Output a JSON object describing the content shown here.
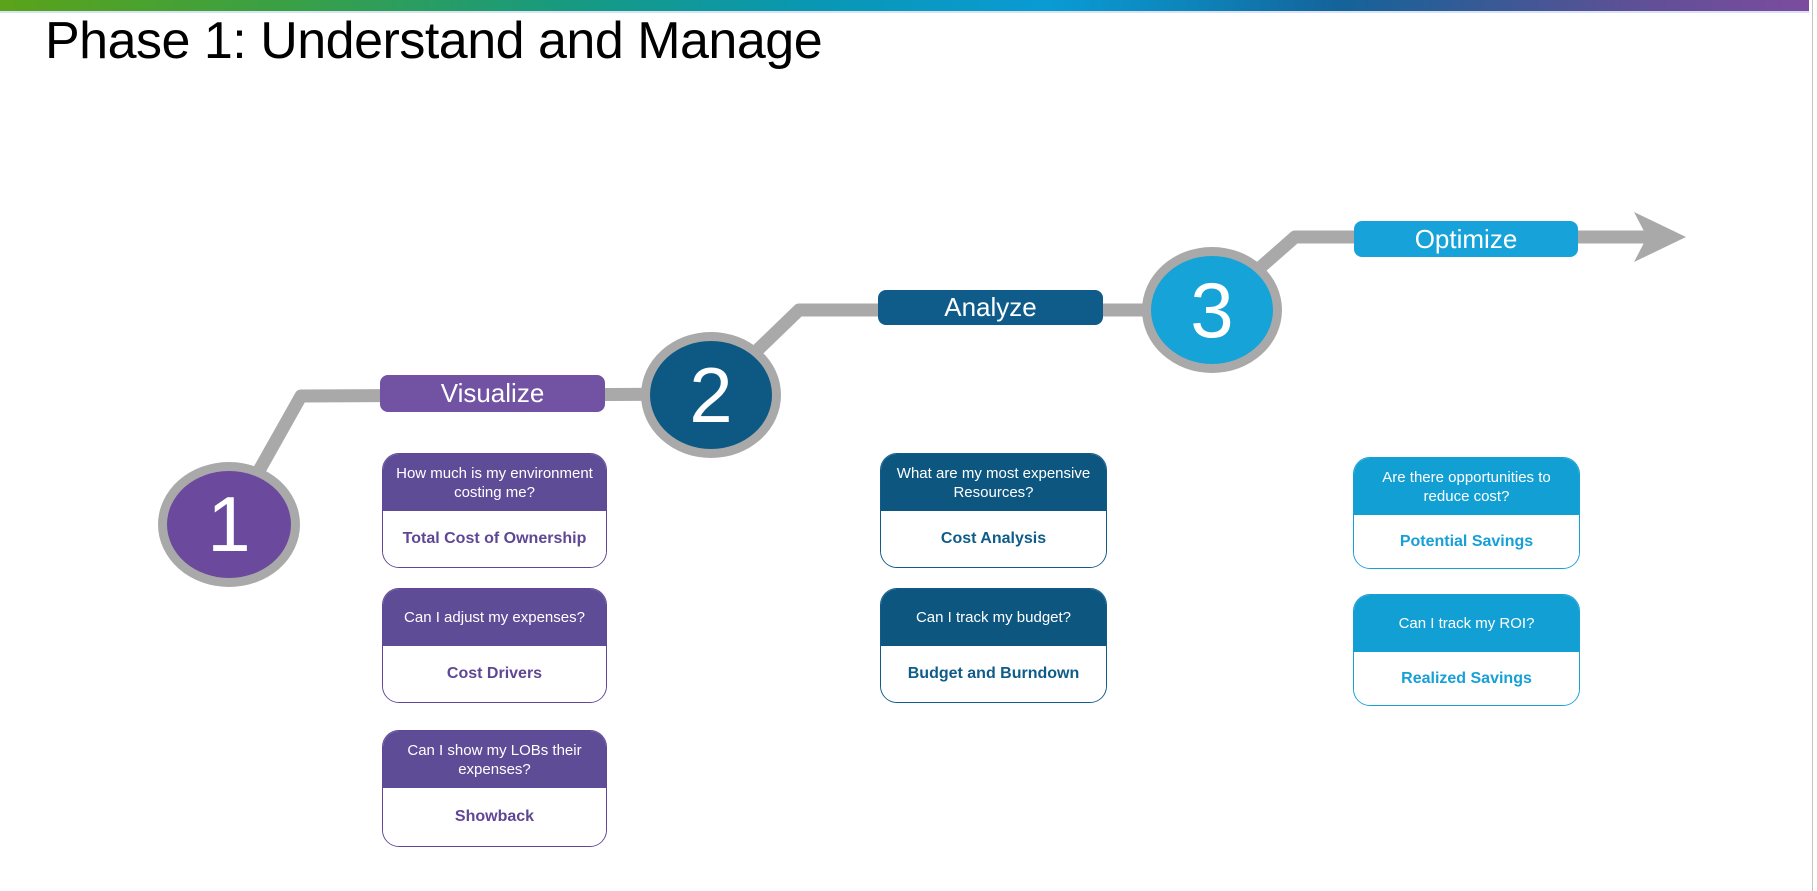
{
  "title": "Phase 1: Understand and Manage",
  "steps": [
    {
      "number": "1",
      "label": "Visualize",
      "color_circle": "#6B4A9D",
      "color_label": "#7252A3",
      "color_header": "#5F4C97",
      "color_accent": "#5F4795",
      "cards": [
        {
          "question": "How much is my environment costing me?",
          "answer": "Total Cost of Ownership"
        },
        {
          "question": "Can I adjust my expenses?",
          "answer": "Cost Drivers"
        },
        {
          "question": "Can I show my LOBs their expenses?",
          "answer": "Showback"
        }
      ]
    },
    {
      "number": "2",
      "label": "Analyze",
      "color_circle": "#0E5984",
      "color_label": "#0F5C8A",
      "color_header": "#0D567F",
      "color_accent": "#0F5C8A",
      "cards": [
        {
          "question": "What are my most expensive Resources?",
          "answer": "Cost Analysis"
        },
        {
          "question": "Can I track my budget?",
          "answer": "Budget and Burndown"
        }
      ]
    },
    {
      "number": "3",
      "label": "Optimize",
      "color_circle": "#15A3D8",
      "color_label": "#17A3DA",
      "color_header": "#12A0D4",
      "color_accent": "#16A0D6",
      "cards": [
        {
          "question": "Are there opportunities to reduce cost?",
          "answer": "Potential Savings"
        },
        {
          "question": "Can I track my ROI?",
          "answer": "Realized Savings"
        }
      ]
    }
  ],
  "theme": {
    "connector_gray": "#A9A9A9",
    "accent_bar_gradient": [
      "#5BA319",
      "#169A83",
      "#0A9BD4",
      "#14639A",
      "#7C4BA0"
    ],
    "accent_bar_underline": "#D7E3F0",
    "title_color": "#000000"
  }
}
